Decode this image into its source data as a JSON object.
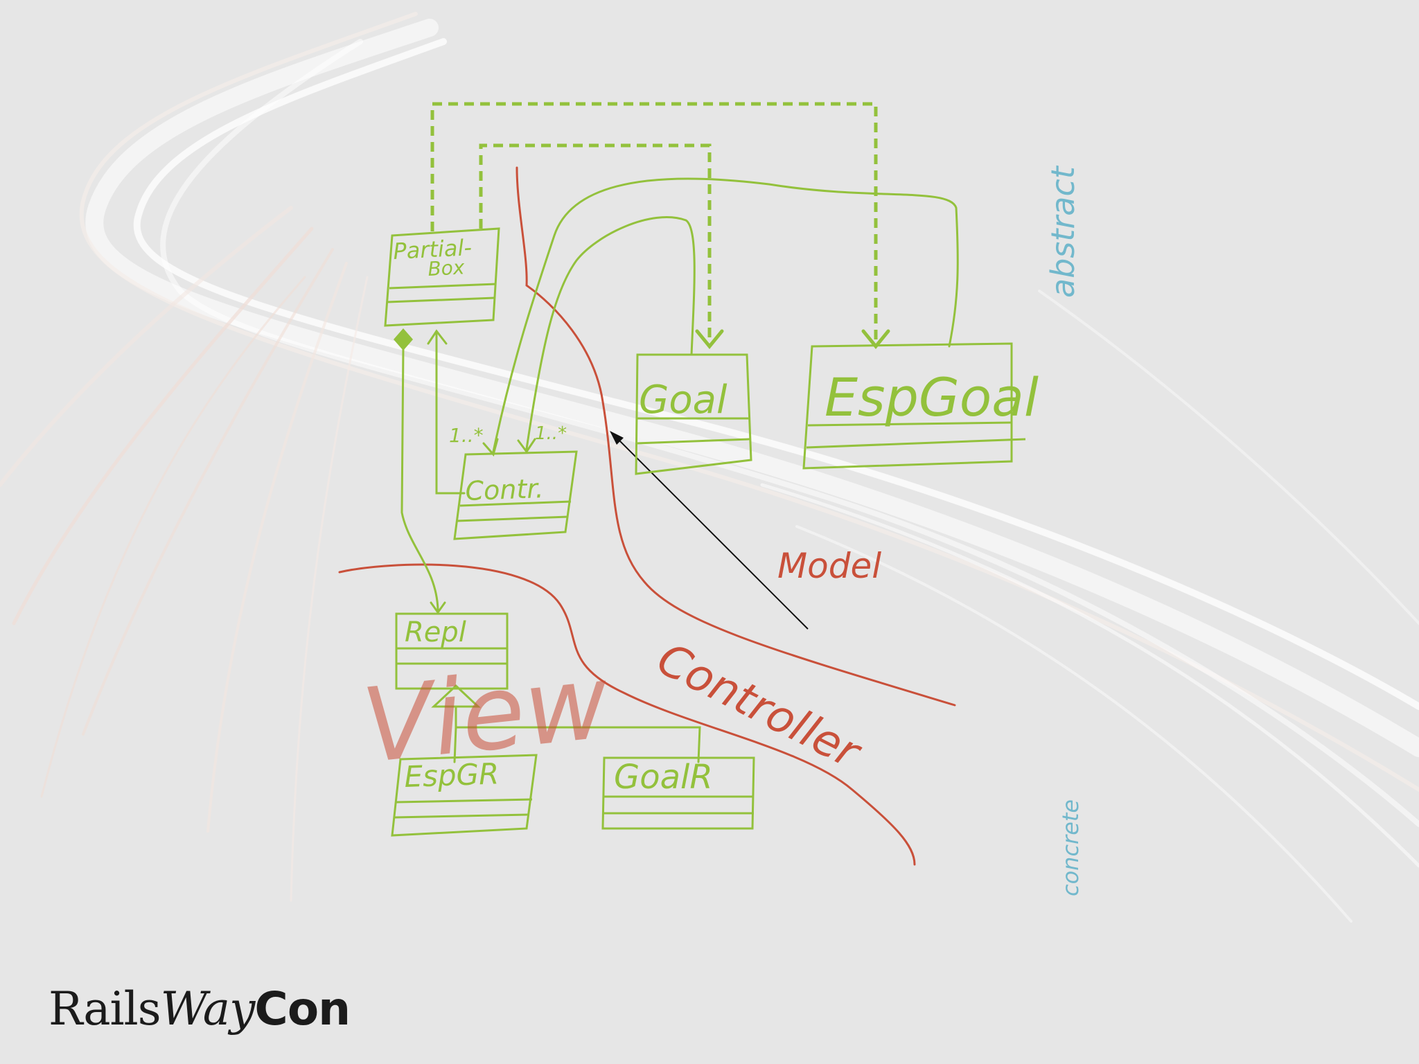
{
  "colors": {
    "background": "#e6e6e6",
    "uml_green": "#93c13c",
    "boundary_red": "#c9503a",
    "annotation_blue": "#72b8cc",
    "arrow_black": "#111111"
  },
  "diagram": {
    "boxes": {
      "partial_box": {
        "line1": "Partial-",
        "line2": "Box"
      },
      "contr": "Contr.",
      "goal": "Goal",
      "esp_goal": "EspGoal",
      "repl": "Repl",
      "esp_gr": "EspGR",
      "goal_r": "GoalR"
    },
    "multiplicities": {
      "left": "1..*",
      "right": "1..*"
    },
    "layer_labels": {
      "model": "Model",
      "controller": "Controller",
      "view": "View"
    },
    "side_labels": {
      "abstract": "abstract",
      "concrete": "concrete"
    }
  },
  "logo": {
    "part1": "Rails",
    "part2": "Way",
    "part3": "Con"
  }
}
